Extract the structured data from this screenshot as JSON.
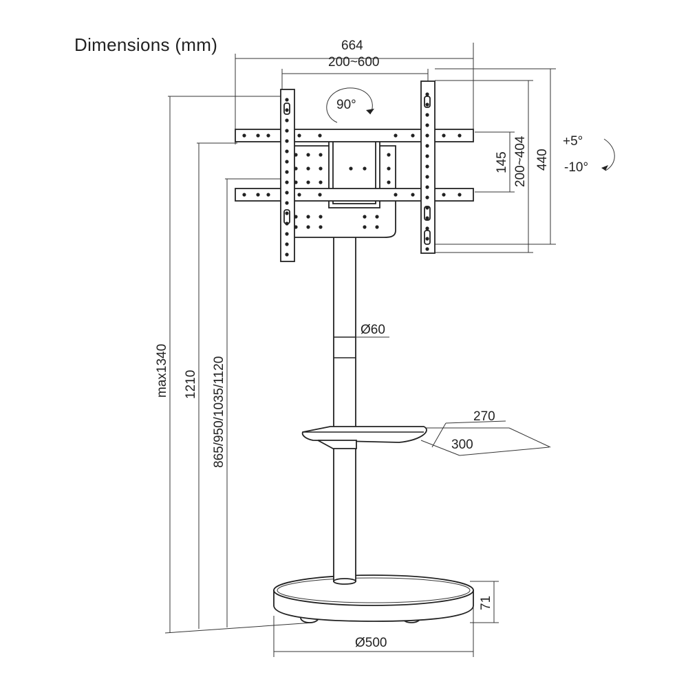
{
  "title": "Dimensions (mm)",
  "dimensions": {
    "bracket_width": "664",
    "vesa_width": "200~600",
    "rotation": "90°",
    "tilt_up": "+5°",
    "tilt_down": "-10°",
    "height_145": "145",
    "vesa_height": "200~404",
    "bracket_height": "440",
    "max_height": "max1340",
    "height_1210": "1210",
    "height_settings": "865/950/1035/1120",
    "pole_diameter": "Ø60",
    "shelf_depth": "270",
    "shelf_width": "300",
    "base_height": "71",
    "base_diameter": "Ø500"
  }
}
